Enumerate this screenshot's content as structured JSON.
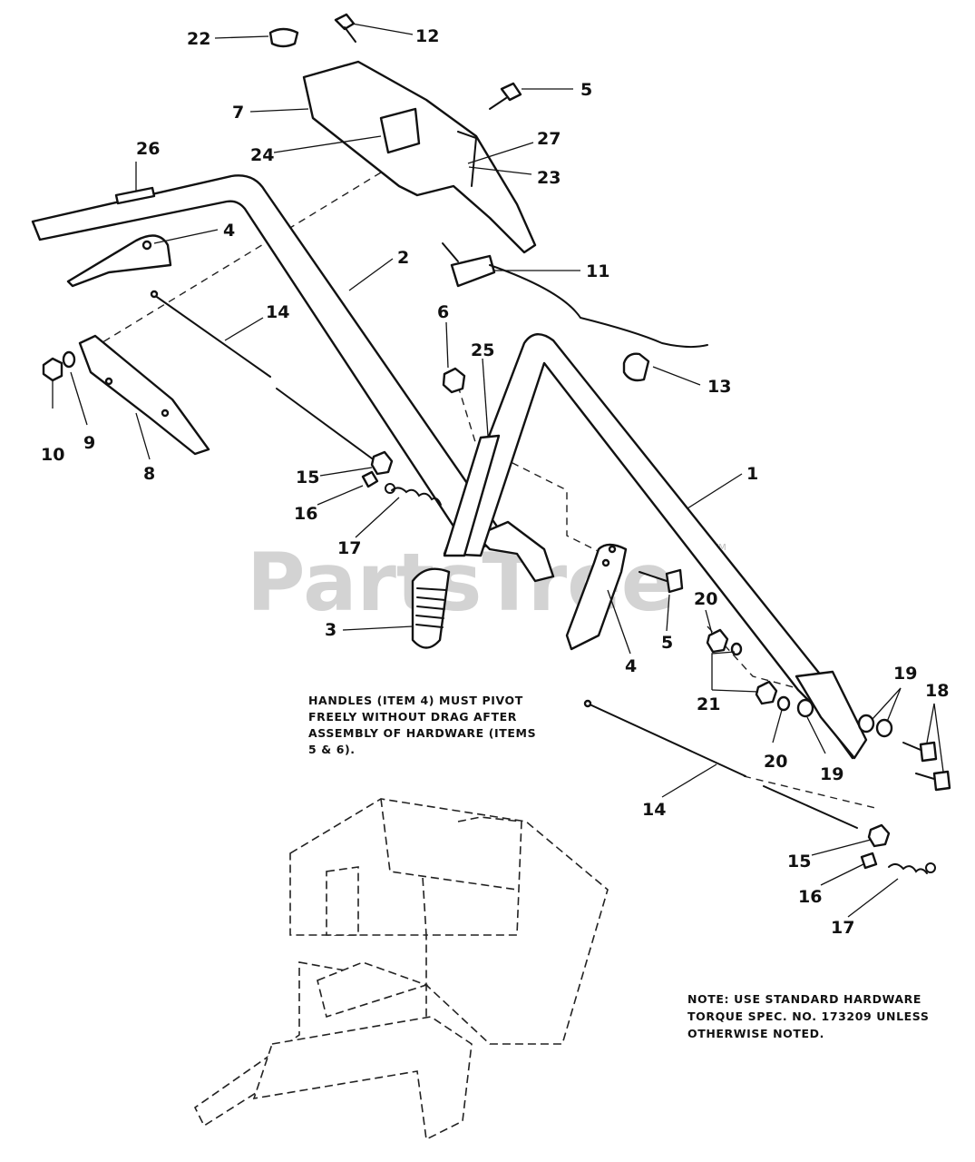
{
  "watermark": {
    "brand": "PartsTree",
    "mark": "TM"
  },
  "notes": {
    "handles": [
      "HANDLES (ITEM 4) MUST PIVOT",
      "FREELY WITHOUT DRAG AFTER",
      "ASSEMBLY OF HARDWARE (ITEMS",
      "5 & 6)."
    ],
    "torque": [
      "NOTE: USE STANDARD HARDWARE",
      "TORQUE SPEC. NO. 173209 UNLESS",
      "OTHERWISE NOTED."
    ]
  },
  "callouts": {
    "c1": "1",
    "c2": "2",
    "c3": "3",
    "c4a": "4",
    "c4b": "4",
    "c5a": "5",
    "c5b": "5",
    "c6": "6",
    "c7": "7",
    "c8": "8",
    "c9": "9",
    "c10": "10",
    "c11": "11",
    "c12": "12",
    "c13": "13",
    "c14a": "14",
    "c14b": "14",
    "c15a": "15",
    "c15b": "15",
    "c16a": "16",
    "c16b": "16",
    "c17a": "17",
    "c17b": "17",
    "c18": "18",
    "c19a": "19",
    "c19b": "19",
    "c20a": "20",
    "c20b": "20",
    "c21": "21",
    "c22": "22",
    "c23": "23",
    "c24": "24",
    "c25": "25",
    "c26": "26",
    "c27": "27"
  }
}
